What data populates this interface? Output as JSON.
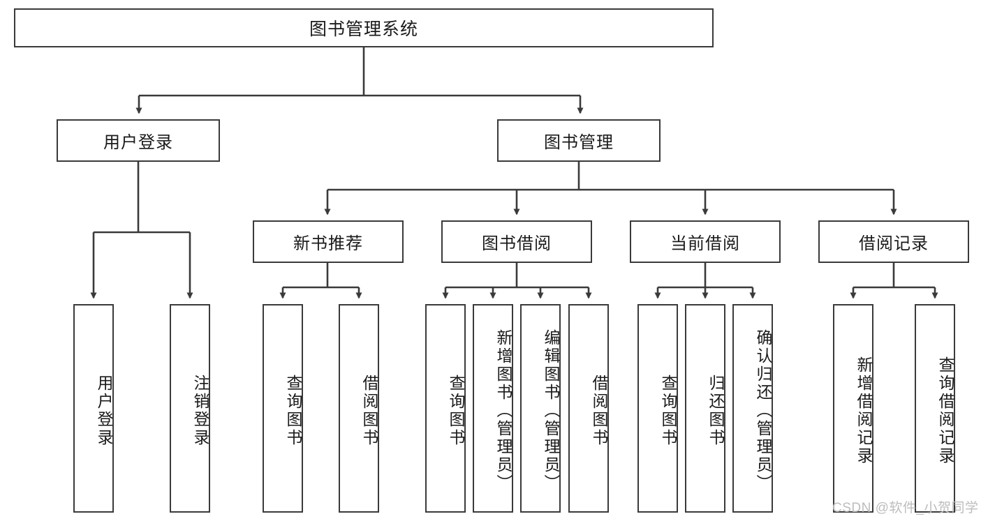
{
  "diagram": {
    "title_text": "图书管理系统",
    "line_color": "#3a3a3a",
    "box_border_color": "#3a3a3a",
    "box_fill_color": "#ffffff",
    "text_color": "#1a1a1a",
    "background_color": "#ffffff"
  },
  "nodes": {
    "root": {
      "label": "图书管理系统"
    },
    "level2": [
      {
        "label": "用户登录"
      },
      {
        "label": "图书管理"
      }
    ],
    "level3": [
      {
        "label": "新书推荐"
      },
      {
        "label": "图书借阅"
      },
      {
        "label": "当前借阅"
      },
      {
        "label": "借阅记录"
      }
    ],
    "leaves": {
      "user_login_children": [
        {
          "label": "用户登录"
        },
        {
          "label": "注销登录"
        }
      ],
      "new_book_children": [
        {
          "label": "查询图书"
        },
        {
          "label": "借阅图书"
        }
      ],
      "borrow_children": [
        {
          "label": "查询图书"
        },
        {
          "label": "新增图书（管理员）"
        },
        {
          "label": "编辑图书（管理员）"
        },
        {
          "label": "借阅图书"
        }
      ],
      "current_borrow_children": [
        {
          "label": "查询图书"
        },
        {
          "label": "归还图书"
        },
        {
          "label": "确认归还（管理员）"
        }
      ],
      "record_children": [
        {
          "label": "新增借阅记录"
        },
        {
          "label": "查询借阅记录"
        }
      ]
    }
  },
  "watermark": {
    "text": "CSDN @软件_小贺同学"
  }
}
